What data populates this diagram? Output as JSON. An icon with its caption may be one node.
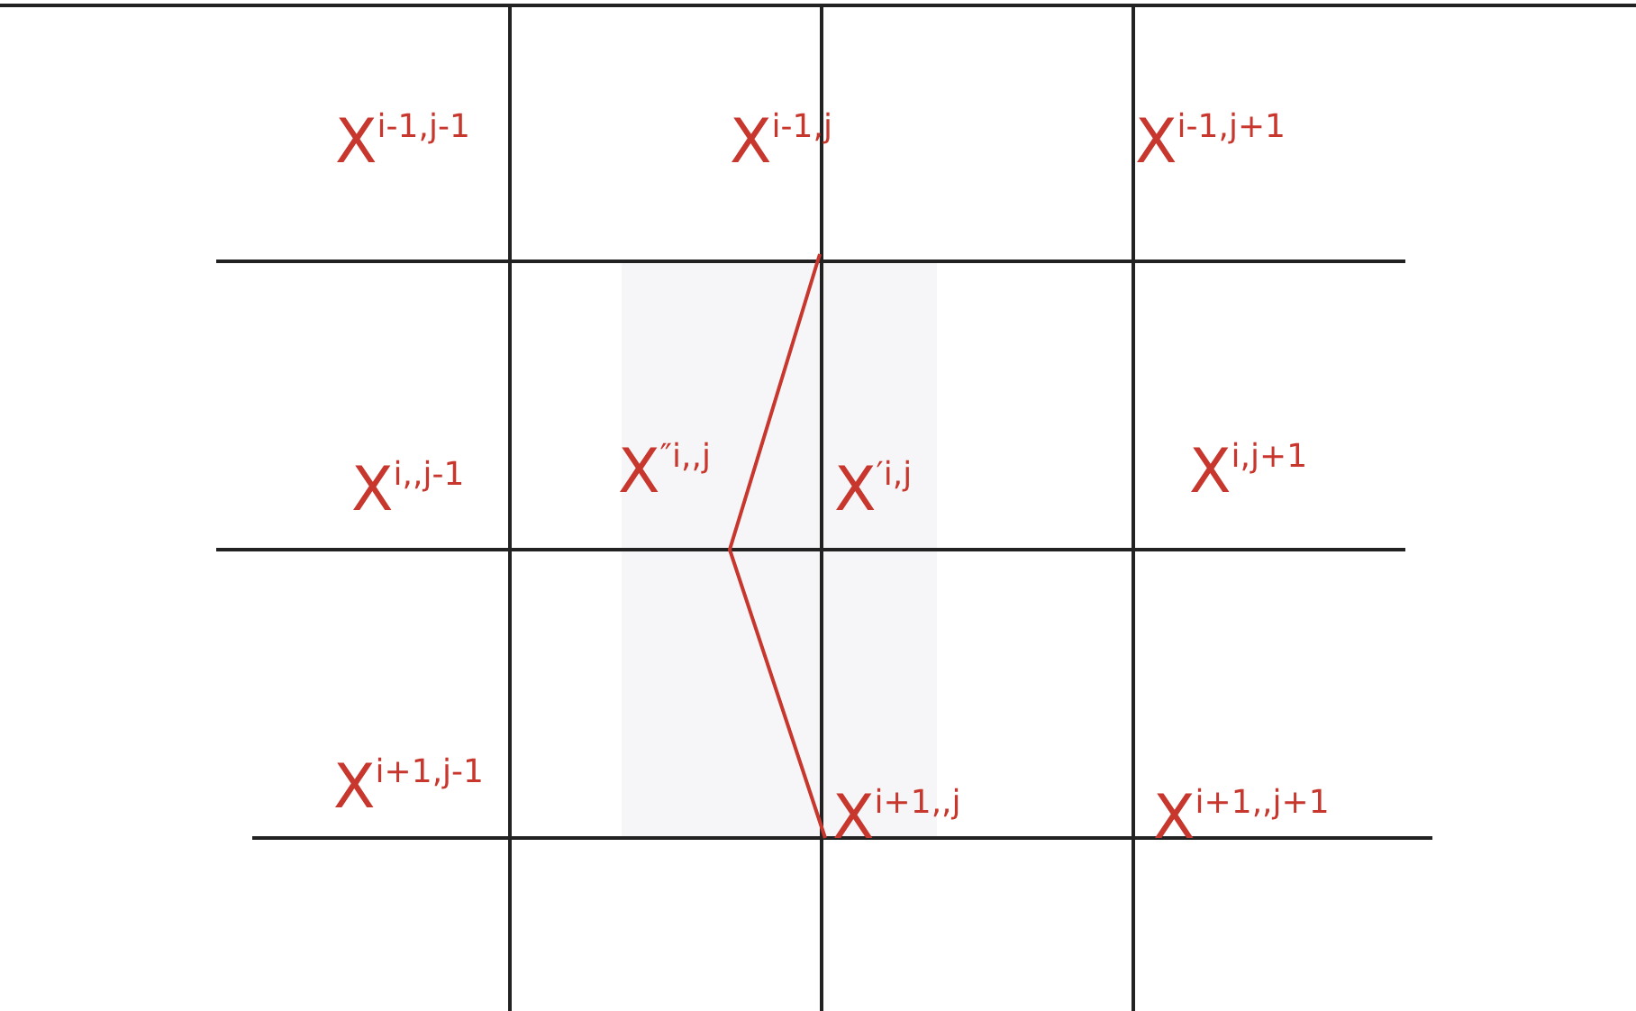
{
  "diagram": {
    "labels": [
      "X$^{i-1,j-1}$",
      "X$^{i-1,j}$",
      "X$^{i-1,j+1}$",
      "X$^{i,,j-1}$",
      "X$^{″i,,j}$",
      "X$^{′i,j}$",
      "X$^{i,j+1}$",
      "X$^{i+1,j-1}$",
      "X$^{i+1,,j}$",
      "X$^{i+1,,j+1}$"
    ]
  }
}
